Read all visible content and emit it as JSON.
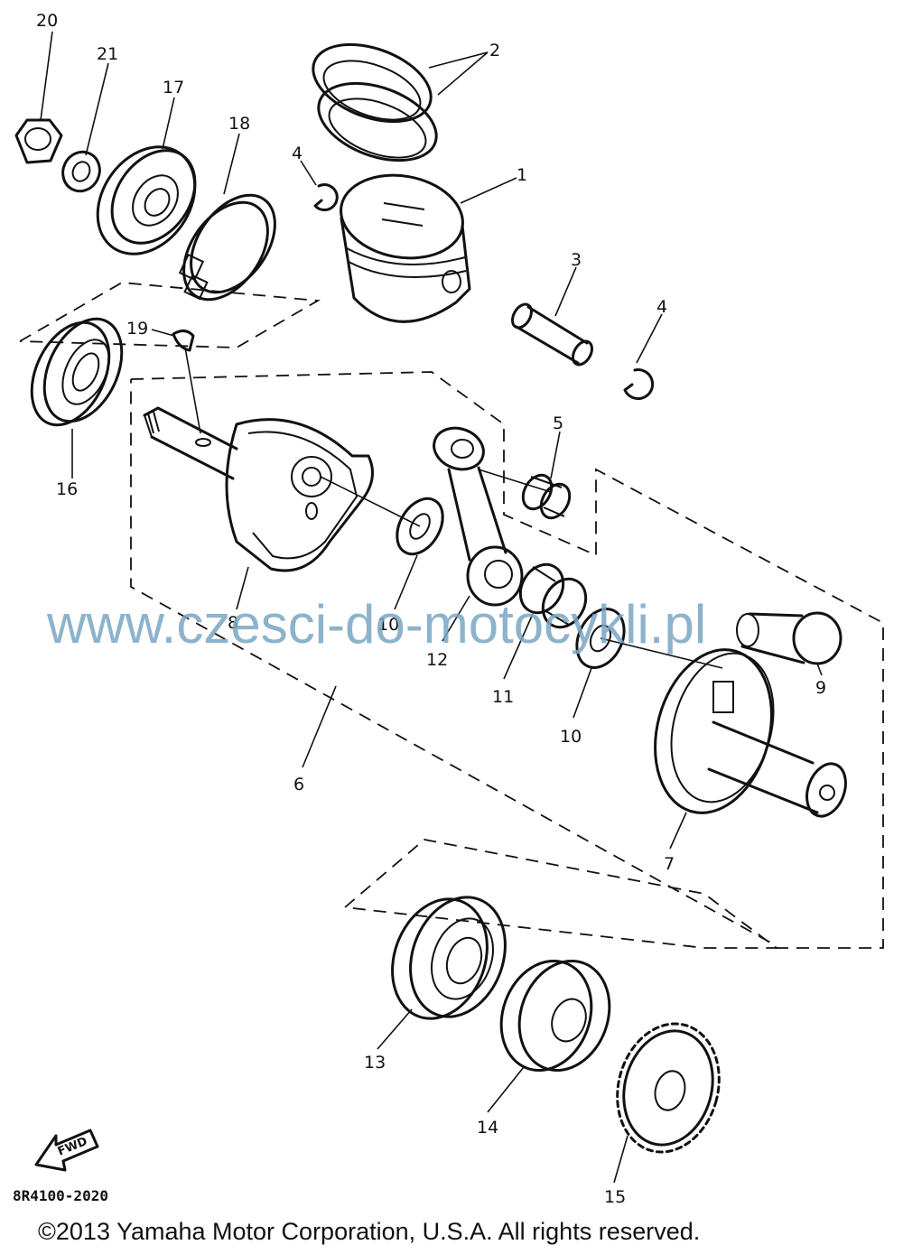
{
  "callouts": {
    "p1": "1",
    "p2": "2",
    "p3": "3",
    "p4a": "4",
    "p4b": "4",
    "p5": "5",
    "p6": "6",
    "p7": "7",
    "p8": "8",
    "p9": "9",
    "p10a": "10",
    "p10b": "10",
    "p11": "11",
    "p12": "12",
    "p13": "13",
    "p14": "14",
    "p15": "15",
    "p16": "16",
    "p17": "17",
    "p18": "18",
    "p19": "19",
    "p20": "20",
    "p21": "21"
  },
  "fwd_label": "FWD",
  "diagram_code": "8R4100-2020",
  "watermark": "www.czesci-do-motocykli.pl",
  "copyright": "©2013 Yamaha Motor Corporation, U.S.A. All rights reserved."
}
